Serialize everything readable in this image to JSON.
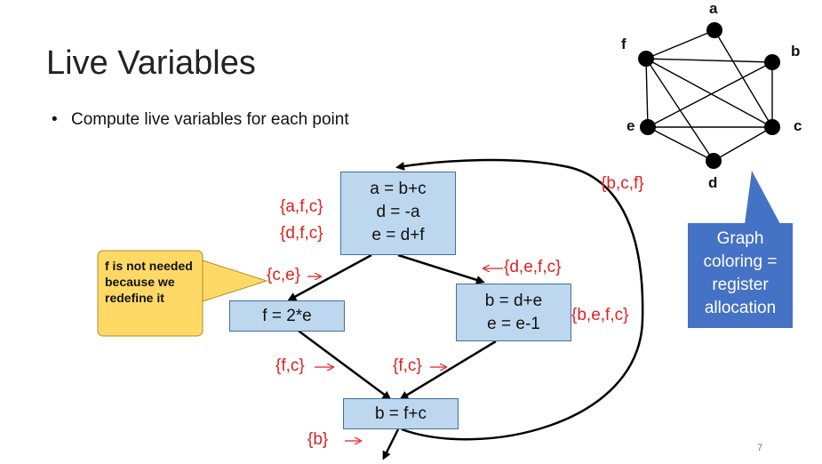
{
  "slide": {
    "title": "Live Variables",
    "bullet": "Compute live variables for each point",
    "page_number": "7"
  },
  "cfg": {
    "block_top": [
      "a = b+c",
      "d = -a",
      "e = d+f"
    ],
    "block_left": "f = 2*e",
    "block_right": [
      "b = d+e",
      "e = e-1"
    ],
    "block_bottom": "b = f+c"
  },
  "live_sets": {
    "after_a": "{a,f,c}",
    "after_d": "{d,f,c}",
    "left_entry": "{c,e}",
    "right_entry": "{d,e,f,c}",
    "right_mid": "{b,e,f,c}",
    "left_exit": "{f,c}",
    "right_exit": "{f,c}",
    "bottom_exit": "{b}",
    "loop_back": "{b,c,f}"
  },
  "callouts": {
    "yellow": "f is not needed because we redefine it",
    "blue": [
      "Graph",
      "coloring =",
      "register",
      "allocation"
    ]
  },
  "graph": {
    "nodes": [
      "a",
      "b",
      "c",
      "d",
      "e",
      "f"
    ]
  },
  "colors": {
    "box_fill": "#bdd7ee",
    "box_border": "#41719c",
    "annotation": "#e02020",
    "yellow_callout": "#ffd966",
    "blue_callout": "#4472c4"
  }
}
